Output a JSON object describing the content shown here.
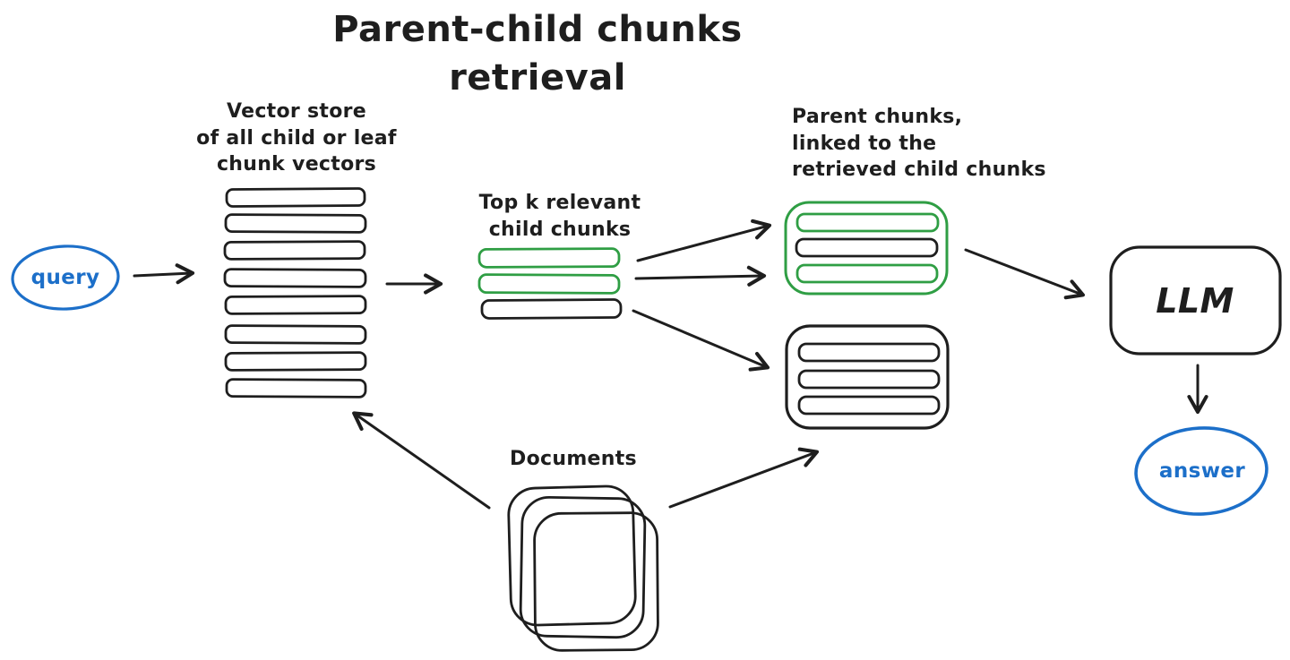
{
  "title": "Parent-child chunks retrieval",
  "colors": {
    "ink": "#1e1e1e",
    "blue": "#1c6fc9",
    "green": "#2f9e44",
    "background": "#ffffff"
  },
  "nodes": {
    "query": {
      "label": "query"
    },
    "vector_store": {
      "label": "Vector store\nof all child or leaf\nchunk vectors",
      "bar_count": 8
    },
    "top_k": {
      "label": "Top k relevant\nchild chunks",
      "bar_count": 3,
      "green_bar_count": 2
    },
    "parent_linked": {
      "label": "Parent chunks,\nlinked to the\nretrieved child chunks",
      "bar_count": 3
    },
    "parent_other": {
      "bar_count": 3
    },
    "documents": {
      "label": "Documents",
      "page_count": 3
    },
    "llm": {
      "label": "LLM"
    },
    "answer": {
      "label": "answer"
    }
  }
}
